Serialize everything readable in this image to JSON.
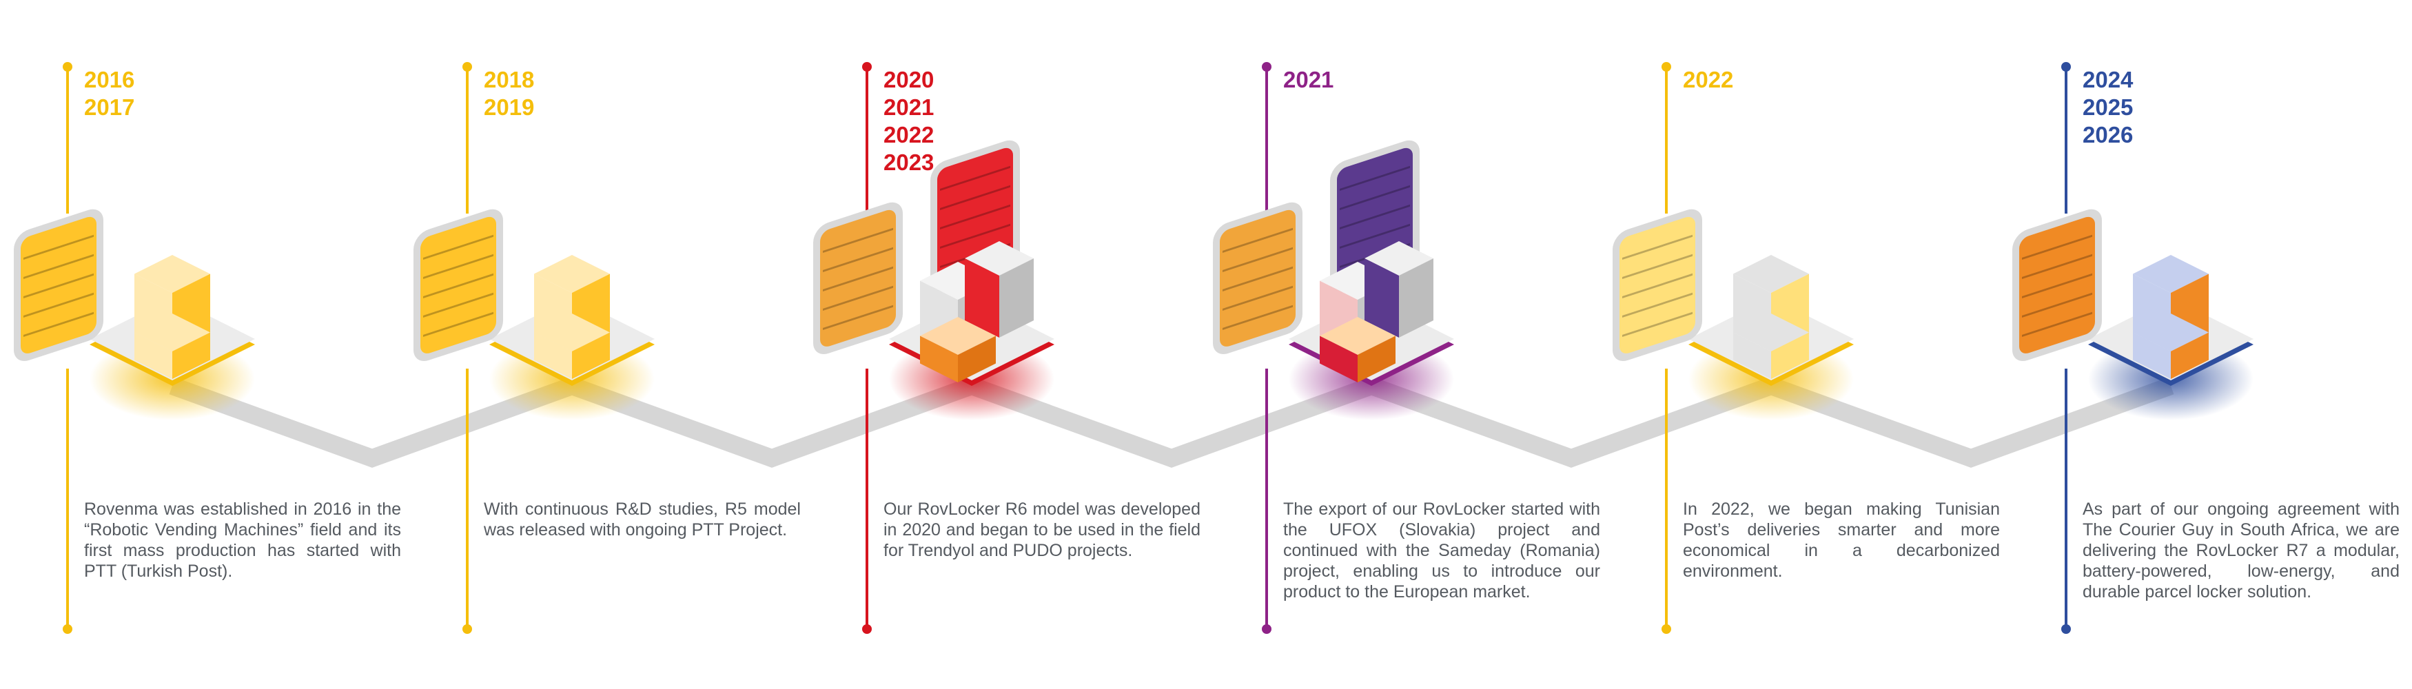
{
  "milestones": [
    {
      "years": [
        "2016",
        "2017"
      ],
      "color": "#F5BE0B",
      "description": "Rovenma was established in 2016 in the “Robotic Vending Machines” field and its first mass production has started with PTT (Turkish Post).",
      "illustration": {
        "photos": 1,
        "locker_colors": [
          "#FFE9B0",
          "#FFC42A"
        ]
      }
    },
    {
      "years": [
        "2018",
        "2019"
      ],
      "color": "#F5BE0B",
      "description": "With continuous R&D studies, R5 model was released with ongoing PTT Project.",
      "illustration": {
        "photos": 1,
        "locker_colors": [
          "#FFE9B0",
          "#FFC42A"
        ]
      }
    },
    {
      "years": [
        "2020",
        "2021",
        "2022",
        "2023"
      ],
      "color": "#D7141E",
      "description": "Our RovLocker R6 model was developed in 2020 and began to be used in the field for Trendyol and PUDO projects.",
      "illustration": {
        "photos": 2,
        "locker_colors": [
          "#E3E3E3",
          "#F08A24",
          "#E6242C"
        ]
      }
    },
    {
      "years": [
        "2021"
      ],
      "color": "#8E2287",
      "description": "The export of our RovLocker started with the UFOX (Slovakia) project and continued with the Sameday (Romania) project, enabling us to introduce our product to the European market.",
      "illustration": {
        "photos": 2,
        "locker_colors": [
          "#F3C2C2",
          "#D81E36",
          "#5B3A8E"
        ]
      }
    },
    {
      "years": [
        "2022"
      ],
      "color": "#F5BE0B",
      "description": "In 2022, we began making Tunisian Post’s deliveries smarter and more economical in a decarbonized environment.",
      "illustration": {
        "photos": 1,
        "locker_colors": [
          "#E3E3E3",
          "#FFE07A"
        ]
      }
    },
    {
      "years": [
        "2024",
        "2025",
        "2026"
      ],
      "color": "#2E4E9E",
      "description": "As part of our ongoing agreement with The Courier Guy in South Africa, we are delivering the RovLocker R7 a modular, battery-powered, low-energy, and durable parcel locker solution.",
      "illustration": {
        "photos": 1,
        "locker_colors": [
          "#C5CFEE",
          "#F08A24"
        ]
      }
    }
  ]
}
